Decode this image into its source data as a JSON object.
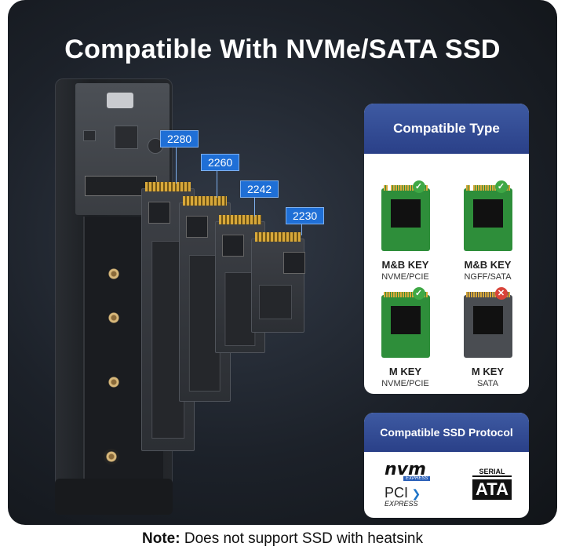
{
  "headline": "Compatible With NVMe/SATA SSD",
  "note": {
    "prefix": "Note:",
    "text": " Does not support SSD with heatsink"
  },
  "lengths": [
    "2280",
    "2260",
    "2242",
    "2230"
  ],
  "compatible_type": {
    "title": "Compatible Type",
    "items": [
      {
        "key": "M&B KEY",
        "protocol": "NVME/PCIE",
        "status": "check-icon"
      },
      {
        "key": "M&B KEY",
        "protocol": "NGFF/SATA",
        "status": "check-icon"
      },
      {
        "key": "M KEY",
        "protocol": "NVME/PCIE",
        "status": "check-icon"
      },
      {
        "key": "M KEY",
        "protocol": "SATA",
        "status": "cross-icon"
      }
    ]
  },
  "protocol": {
    "title": "Compatible SSD Protocol",
    "nvm": "nvm",
    "nvm_sub": "EXPRESS",
    "pci": "PCI",
    "pci_sub": "EXPRESS",
    "serial": "SERIAL",
    "ata": "ATA"
  },
  "colors": {
    "accent": "#2a4088",
    "tag": "#1f6fd6",
    "ok": "#3fa845",
    "bad": "#d8443a"
  }
}
